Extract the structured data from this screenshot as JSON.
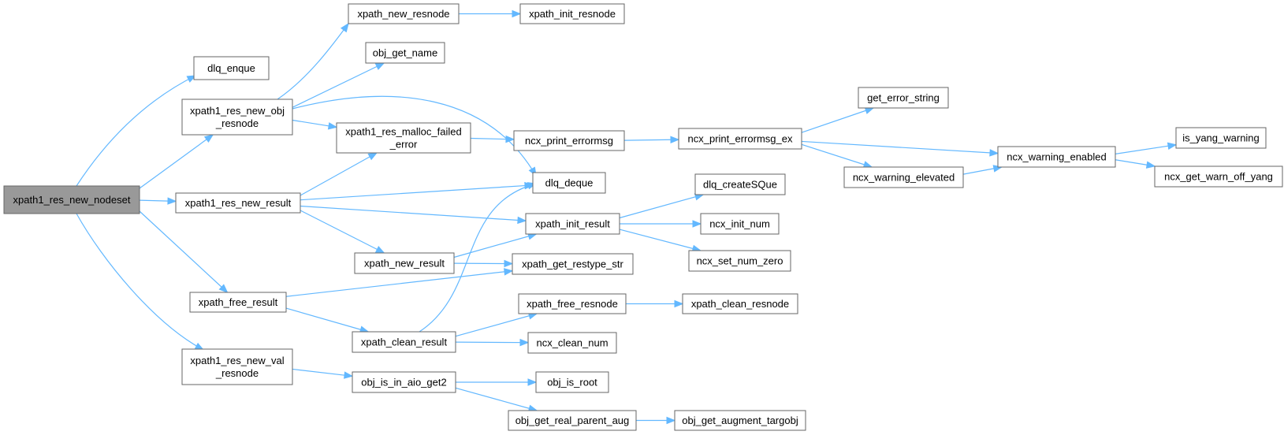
{
  "diagram": {
    "type": "call-graph",
    "colors": {
      "edge": "#63b8ff",
      "root_fill": "#999999",
      "node_border": "#666666",
      "node_fill": "#ffffff"
    },
    "nodes": [
      {
        "id": "root",
        "lines": [
          "xpath1_res_new_nodeset"
        ],
        "root": true
      },
      {
        "id": "dlq_enque",
        "lines": [
          "dlq_enque"
        ]
      },
      {
        "id": "new_obj_resnode",
        "lines": [
          "xpath1_res_new_obj",
          "_resnode"
        ]
      },
      {
        "id": "new_result1",
        "lines": [
          "xpath1_res_new_result"
        ]
      },
      {
        "id": "free_result",
        "lines": [
          "xpath_free_result"
        ]
      },
      {
        "id": "new_val_resnode",
        "lines": [
          "xpath1_res_new_val",
          "_resnode"
        ]
      },
      {
        "id": "new_resnode",
        "lines": [
          "xpath_new_resnode"
        ]
      },
      {
        "id": "obj_get_name",
        "lines": [
          "obj_get_name"
        ]
      },
      {
        "id": "malloc_failed",
        "lines": [
          "xpath1_res_malloc_failed",
          "_error"
        ]
      },
      {
        "id": "new_result2",
        "lines": [
          "xpath_new_result"
        ]
      },
      {
        "id": "clean_result",
        "lines": [
          "xpath_clean_result"
        ]
      },
      {
        "id": "obj_is_in_aio",
        "lines": [
          "obj_is_in_aio_get2"
        ]
      },
      {
        "id": "init_resnode",
        "lines": [
          "xpath_init_resnode"
        ]
      },
      {
        "id": "print_errormsg",
        "lines": [
          "ncx_print_errormsg"
        ]
      },
      {
        "id": "dlq_deque",
        "lines": [
          "dlq_deque"
        ]
      },
      {
        "id": "init_result",
        "lines": [
          "xpath_init_result"
        ]
      },
      {
        "id": "get_restype_str",
        "lines": [
          "xpath_get_restype_str"
        ]
      },
      {
        "id": "free_resnode",
        "lines": [
          "xpath_free_resnode"
        ]
      },
      {
        "id": "clean_num",
        "lines": [
          "ncx_clean_num"
        ]
      },
      {
        "id": "obj_is_root",
        "lines": [
          "obj_is_root"
        ]
      },
      {
        "id": "real_parent_aug",
        "lines": [
          "obj_get_real_parent_aug"
        ]
      },
      {
        "id": "print_errormsg_ex",
        "lines": [
          "ncx_print_errormsg_ex"
        ]
      },
      {
        "id": "create_sque",
        "lines": [
          "dlq_createSQue"
        ]
      },
      {
        "id": "init_num",
        "lines": [
          "ncx_init_num"
        ]
      },
      {
        "id": "set_num_zero",
        "lines": [
          "ncx_set_num_zero"
        ]
      },
      {
        "id": "clean_resnode",
        "lines": [
          "xpath_clean_resnode"
        ]
      },
      {
        "id": "augment_targobj",
        "lines": [
          "obj_get_augment_targobj"
        ]
      },
      {
        "id": "get_error_string",
        "lines": [
          "get_error_string"
        ]
      },
      {
        "id": "warning_elevated",
        "lines": [
          "ncx_warning_elevated"
        ]
      },
      {
        "id": "warning_enabled",
        "lines": [
          "ncx_warning_enabled"
        ]
      },
      {
        "id": "is_yang_warning",
        "lines": [
          "is_yang_warning"
        ]
      },
      {
        "id": "warn_off_yang",
        "lines": [
          "ncx_get_warn_off_yang"
        ]
      }
    ],
    "edges": [
      {
        "from": "root",
        "to": "dlq_enque"
      },
      {
        "from": "root",
        "to": "new_obj_resnode"
      },
      {
        "from": "root",
        "to": "new_result1"
      },
      {
        "from": "root",
        "to": "free_result"
      },
      {
        "from": "root",
        "to": "new_val_resnode"
      },
      {
        "from": "new_obj_resnode",
        "to": "new_resnode"
      },
      {
        "from": "new_obj_resnode",
        "to": "obj_get_name"
      },
      {
        "from": "new_obj_resnode",
        "to": "malloc_failed"
      },
      {
        "from": "new_obj_resnode",
        "to": "dlq_deque"
      },
      {
        "from": "new_resnode",
        "to": "init_resnode"
      },
      {
        "from": "new_result1",
        "to": "malloc_failed"
      },
      {
        "from": "new_result1",
        "to": "dlq_deque"
      },
      {
        "from": "new_result1",
        "to": "init_result"
      },
      {
        "from": "new_result1",
        "to": "new_result2"
      },
      {
        "from": "malloc_failed",
        "to": "print_errormsg"
      },
      {
        "from": "print_errormsg",
        "to": "print_errormsg_ex"
      },
      {
        "from": "print_errormsg_ex",
        "to": "get_error_string"
      },
      {
        "from": "print_errormsg_ex",
        "to": "warning_enabled"
      },
      {
        "from": "print_errormsg_ex",
        "to": "warning_elevated"
      },
      {
        "from": "warning_elevated",
        "to": "warning_enabled"
      },
      {
        "from": "warning_enabled",
        "to": "is_yang_warning"
      },
      {
        "from": "warning_enabled",
        "to": "warn_off_yang"
      },
      {
        "from": "init_result",
        "to": "create_sque"
      },
      {
        "from": "init_result",
        "to": "init_num"
      },
      {
        "from": "init_result",
        "to": "set_num_zero"
      },
      {
        "from": "new_result2",
        "to": "init_result"
      },
      {
        "from": "new_result2",
        "to": "get_restype_str"
      },
      {
        "from": "free_result",
        "to": "get_restype_str"
      },
      {
        "from": "free_result",
        "to": "clean_result"
      },
      {
        "from": "clean_result",
        "to": "dlq_deque"
      },
      {
        "from": "clean_result",
        "to": "free_resnode"
      },
      {
        "from": "clean_result",
        "to": "clean_num"
      },
      {
        "from": "free_resnode",
        "to": "clean_resnode"
      },
      {
        "from": "new_val_resnode",
        "to": "obj_is_in_aio"
      },
      {
        "from": "obj_is_in_aio",
        "to": "obj_is_root"
      },
      {
        "from": "obj_is_in_aio",
        "to": "real_parent_aug"
      },
      {
        "from": "real_parent_aug",
        "to": "augment_targobj"
      }
    ]
  }
}
